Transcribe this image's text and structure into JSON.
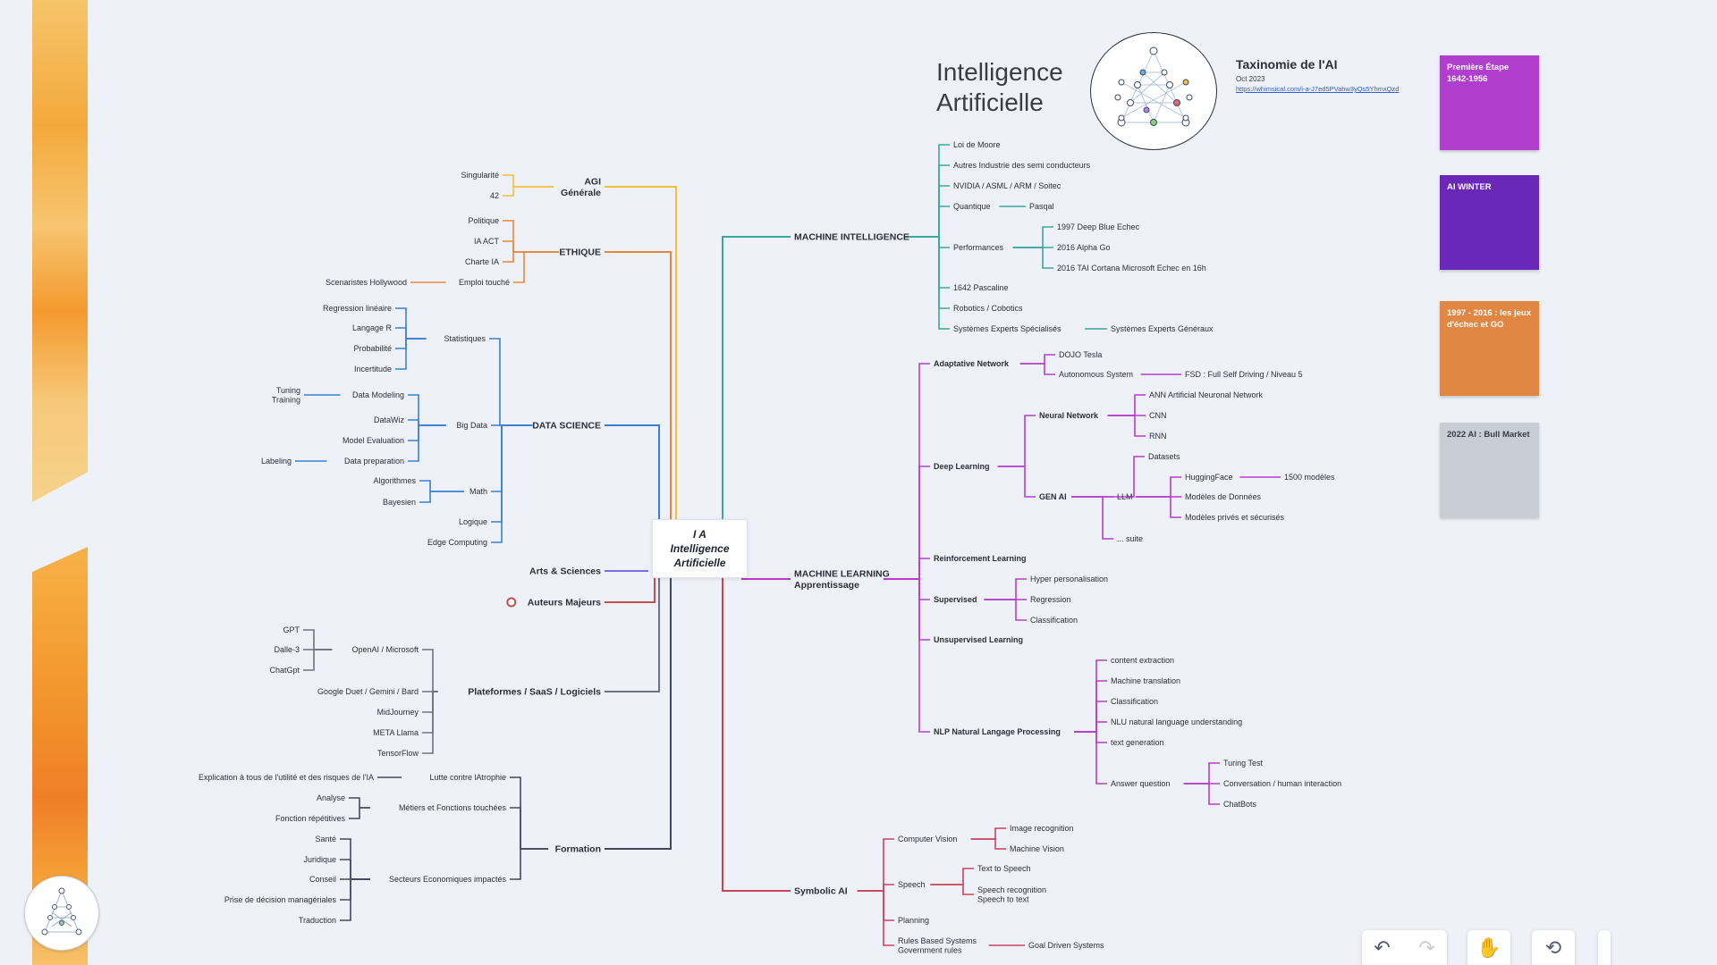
{
  "title": [
    "Intelligence",
    "Artificielle"
  ],
  "info": {
    "title": "Taxinomie de l'AI",
    "date": "Oct 2023",
    "link": "https://whimsical.com/i-a-J7ed5PVahw3yQs5YhmxQzd"
  },
  "center": [
    "I A",
    "Intelligence",
    "Artificielle"
  ],
  "stickies": [
    {
      "text": "Première Étape 1642-1956",
      "color": "#b03fce"
    },
    {
      "text": "AI WINTER",
      "color": "#6a28b8"
    },
    {
      "text": "1997 - 2016 : les jeux d'échec et GO",
      "color": "#e08744"
    },
    {
      "text": "2022 AI : Bull Market",
      "color": "#c9ced6"
    }
  ],
  "toolbar": {
    "undo": "undo-icon",
    "redo": "redo-icon",
    "hand": "hand-icon",
    "history": "history-icon"
  },
  "branches": [
    {
      "label": "MACHINE INTELLIGENCE",
      "color": "#3aa89a",
      "side": "right",
      "children": [
        {
          "label": "Loi de Moore"
        },
        {
          "label": "Autres Industrie des semi conducteurs"
        },
        {
          "label": "NVIDIA / ASML / ARM / Soitec"
        },
        {
          "label": "Quantique",
          "children": [
            {
              "label": "Pasqal"
            }
          ]
        },
        {
          "label": "Performances",
          "children": [
            {
              "label": "1997 Deep Blue Echec"
            },
            {
              "label": "2016 Alpha Go"
            },
            {
              "label": "2016 TAI Cortana Microsoft Echec en 16h"
            }
          ]
        },
        {
          "label": "1642 Pascaline"
        },
        {
          "label": "Robotics / Cobotics"
        },
        {
          "label": "Systèmes Experts Spécialisés",
          "children": [
            {
              "label": "Systèmes Experts Généraux"
            }
          ]
        }
      ]
    },
    {
      "label": "MACHINE LEARNING\nApprentissage",
      "color": "#b53ec9",
      "side": "right",
      "children": [
        {
          "label": "Adaptative Network",
          "bold": true,
          "children": [
            {
              "label": "DOJO Tesla"
            },
            {
              "label": "Autonomous System",
              "children": [
                {
                  "label": "FSD : Full Self Driving / Niveau 5"
                }
              ]
            }
          ]
        },
        {
          "label": "Deep Learning",
          "bold": true,
          "children": [
            {
              "label": "Neural Network",
              "bold": true,
              "children": [
                {
                  "label": "ANN Artificial Neuronal Network"
                },
                {
                  "label": "CNN"
                },
                {
                  "label": "RNN"
                }
              ]
            },
            {
              "label": "GEN AI",
              "bold": true,
              "children": [
                {
                  "label": "Datasets"
                },
                {
                  "label": "LLM",
                  "children": [
                    {
                      "label": "HuggingFace",
                      "children": [
                        {
                          "label": "1500 modèles"
                        }
                      ]
                    },
                    {
                      "label": "Modèles de Données"
                    },
                    {
                      "label": "Modèles privés et sécurisés"
                    }
                  ]
                },
                {
                  "label": "... suite"
                }
              ]
            }
          ]
        },
        {
          "label": "Reinforcement Learning",
          "bold": true
        },
        {
          "label": "Supervised",
          "bold": true,
          "children": [
            {
              "label": "Hyper personalisation"
            },
            {
              "label": "Regression"
            },
            {
              "label": "Classification"
            }
          ]
        },
        {
          "label": "Unsupervised Learning",
          "bold": true
        },
        {
          "label": "NLP Natural Langage Processing",
          "bold": true,
          "children": [
            {
              "label": "content extraction"
            },
            {
              "label": "Machine translation"
            },
            {
              "label": "Classification"
            },
            {
              "label": "NLU natural language understanding"
            },
            {
              "label": "text generation"
            },
            {
              "label": "Answer question",
              "children": [
                {
                  "label": "Turing Test"
                },
                {
                  "label": "Conversation / human interaction"
                },
                {
                  "label": "ChatBots"
                }
              ]
            }
          ]
        }
      ]
    },
    {
      "label": "Symbolic AI",
      "color": "#c7435a",
      "side": "right",
      "children": [
        {
          "label": "Computer Vision",
          "children": [
            {
              "label": "Image recognition"
            },
            {
              "label": "Machine Vision"
            }
          ]
        },
        {
          "label": "Speech",
          "children": [
            {
              "label": "Text to Speech"
            },
            {
              "label": "Speech recognition\nSpeech to text"
            }
          ]
        },
        {
          "label": "Planning"
        },
        {
          "label": "Rules Based Systems\nGovernment rules",
          "children": [
            {
              "label": "Goal Driven Systems"
            }
          ]
        }
      ]
    },
    {
      "label": "AGI\nGénérale",
      "color": "#f0c040",
      "side": "left",
      "children": [
        {
          "label": "Singularité"
        },
        {
          "label": "42"
        }
      ]
    },
    {
      "label": "ETHIQUE",
      "color": "#e6883a",
      "side": "left",
      "children": [
        {
          "label": "Politique"
        },
        {
          "label": "IA ACT"
        },
        {
          "label": "Charte IA"
        },
        {
          "label": "Emploi touché",
          "children": [
            {
              "label": "Scenaristes Hollywood"
            }
          ]
        }
      ]
    },
    {
      "label": "DATA SCIENCE",
      "color": "#3c7fd0",
      "side": "left",
      "children": [
        {
          "label": "Statistiques",
          "children": [
            {
              "label": "Regression linéaire"
            },
            {
              "label": "Langage R"
            },
            {
              "label": "Probabilité"
            },
            {
              "label": "Incertitude"
            }
          ]
        },
        {
          "label": "Big Data",
          "children": [
            {
              "label": "Data Modeling",
              "children": [
                {
                  "label": "Tuning\nTraining"
                }
              ]
            },
            {
              "label": "DataWiz"
            },
            {
              "label": "Model Evaluation"
            },
            {
              "label": "Data preparation",
              "children": [
                {
                  "label": "Labeling"
                }
              ]
            }
          ]
        },
        {
          "label": "Math",
          "children": [
            {
              "label": "Algorithmes"
            },
            {
              "label": "Bayesien"
            }
          ]
        },
        {
          "label": "Logique"
        },
        {
          "label": "Edge Computing"
        }
      ]
    },
    {
      "label": "Arts & Sciences",
      "color": "#7a6fe0",
      "side": "left"
    },
    {
      "label": "Auteurs Majeurs",
      "color": "#c05050",
      "side": "left",
      "icon": "target-icon"
    },
    {
      "label": "Plateformes / SaaS / Logiciels",
      "color": "#6b7280",
      "side": "left",
      "children": [
        {
          "label": "OpenAI / Microsoft",
          "children": [
            {
              "label": "GPT"
            },
            {
              "label": "Dalle-3"
            },
            {
              "label": "ChatGpt"
            }
          ]
        },
        {
          "label": "Google Duet / Gemini / Bard"
        },
        {
          "label": "MidJourney"
        },
        {
          "label": "META Llama"
        },
        {
          "label": "TensorFlow"
        }
      ]
    },
    {
      "label": "Formation",
      "color": "#414a5a",
      "side": "left",
      "children": [
        {
          "label": "Lutte contre lAtrophie",
          "children": [
            {
              "label": "Explication à tous de l'utilité et des risques de l'IA"
            }
          ]
        },
        {
          "label": "Métiers et Fonctions touchées",
          "children": [
            {
              "label": "Analyse"
            },
            {
              "label": "Fonction répétitives"
            }
          ]
        },
        {
          "label": "Secteurs Economiques impactés",
          "children": [
            {
              "label": "Santé"
            },
            {
              "label": "Juridique"
            },
            {
              "label": "Conseil"
            },
            {
              "label": "Prise de décision managériales"
            },
            {
              "label": "Traduction"
            }
          ]
        }
      ]
    }
  ]
}
